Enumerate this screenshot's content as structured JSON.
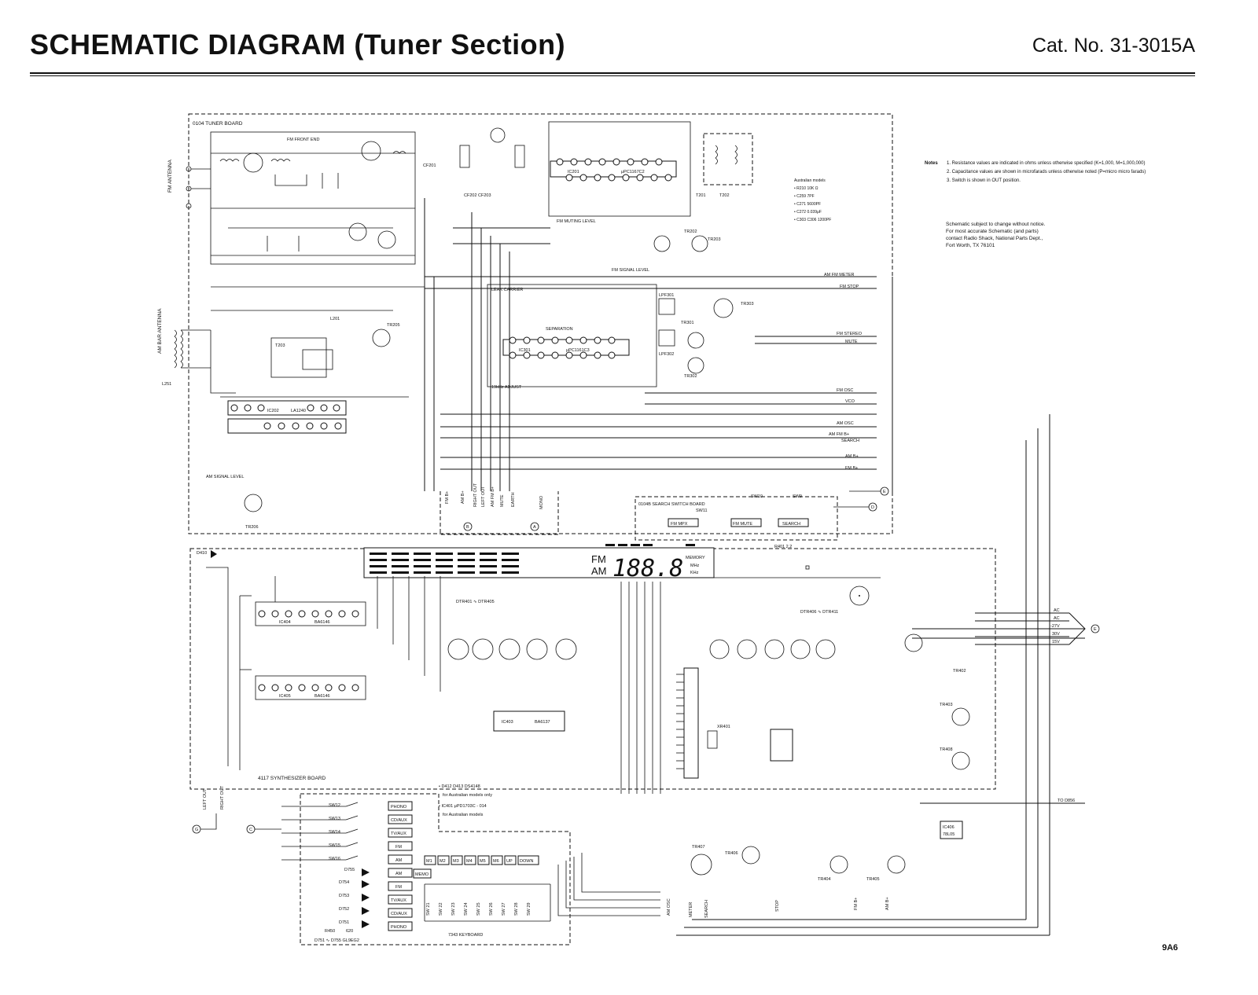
{
  "header": {
    "title": "SCHEMATIC DIAGRAM (Tuner Section)",
    "catalog": "Cat. No. 31-3015A"
  },
  "notes": {
    "heading": "Notes",
    "items": [
      "1. Resistance values are indicated in ohms unless otherwise specified (K=1,000, M=1,000,000)",
      "2. Capacitance values are shown in microfarads unless otherwise noted (P=micro micro farads)",
      "3. Switch is shown in OUT position."
    ]
  },
  "disclaimer": [
    "Schematic subject to change without notice.",
    "For most accurate Schematic (and parts)",
    "contact Radio Shack, National Parts Dept.,",
    "Fort Worth, TX 76101"
  ],
  "australian_models": {
    "heading": "Australian models",
    "items": [
      "• R210   10K Ω",
      "• C259   7PF",
      "• C271   5600PF",
      "• C272   0.039μF",
      "• C303  C306   1200PF"
    ]
  },
  "boards": {
    "tuner": "0104  TUNER BOARD",
    "synth": "4117  SYNTHESIZER BOARD",
    "search": "0104B SEARCH SWITCH BOARD",
    "keyboard": "7343  KEYBOARD"
  },
  "blocks": {
    "fm_front_end": "FM FRONT END",
    "fm_antenna": "FM ANTENNA",
    "am_bar_antenna": "AM BAR ANTENNA",
    "fm_muting_level": "FM MUTING LEVEL",
    "fm_signal_level": "FM SIGNAL LEVEL",
    "leak_carrier": "LEAK CARRIER",
    "separation": "SEPARATION",
    "adjust_19k": "19kHz ADJUST",
    "am_signal_level": "AM SIGNAL LEVEL",
    "ic201": "IC201",
    "upc1167": "μPC1167C2",
    "ic301": "IC301",
    "upc1161": "μPC1161C3",
    "ic202": "IC202",
    "la1240": "LA1240",
    "ic404": "IC404",
    "ic405": "IC405",
    "ic403": "IC403",
    "ba6146a": "BA6146",
    "ba6146b": "BA6146",
    "ba6137": "BA6137",
    "ic406": "IC406",
    "l78l05": "78L05",
    "lpf301": "LPF301",
    "lpf302": "LPF302",
    "t201": "T201",
    "t202": "T202",
    "dtr401_405": "DTR401 ∿ DTR405",
    "dtr406_411": "DTR406 ∿ DTR411"
  },
  "display": {
    "fm": "FM",
    "am": "AM",
    "digits": "188.8",
    "memory": "MEMORY",
    "mhz": "MHz",
    "khz": "KHz"
  },
  "signals": {
    "am_fm_meter": "AM  FM METER",
    "fm_stop": "FM STOP",
    "fm_stereo": "FM STEREO",
    "mute": "MUTE",
    "fm_osc": "FM OSC",
    "vco": "VCO",
    "am_osc": "AM OSC",
    "am_fm_b": "AM FM B+",
    "search": "SEARCH",
    "am_b": "AM B+",
    "fm_b": "FM B+",
    "to_d856": "TO D856"
  },
  "connectors": {
    "tuner_bottom": [
      "FM B+",
      "AM B+",
      "RIGHT OUT",
      "LEFT OUT",
      "AM FM B+",
      "MUTE",
      "EARTH",
      "MONO"
    ],
    "synth_bottom": [
      "AM OSC",
      "METER",
      "SEARCH",
      "STOP",
      "FM B+",
      "AM B+"
    ],
    "left_out": "LEFT OUT",
    "right_out": "RIGHT OUT",
    "power": [
      "AC",
      "AC",
      "-27V",
      "30V",
      "15V"
    ]
  },
  "search_switches": [
    "SW11",
    "SW10",
    "SW9"
  ],
  "search_buttons": [
    "FM MPX",
    "FM MUTE",
    "SEARCH"
  ],
  "keyboard": {
    "function_switches": [
      "SW12",
      "SW13",
      "SW14",
      "SW15",
      "SW16"
    ],
    "function_labels": [
      "PHONO",
      "CD/AUX",
      "TV/AUX",
      "FM",
      "AM"
    ],
    "leds": [
      "D755",
      "D754",
      "D753",
      "D752",
      "D751"
    ],
    "led_labels": [
      "AM",
      "FM",
      "TV/AUX",
      "CD/AUX",
      "PHONO"
    ],
    "memo": "MEMO",
    "preset_keys": [
      "M1",
      "M2",
      "M3",
      "M4",
      "M5",
      "M6",
      "UP",
      "DOWN"
    ],
    "preset_switches": [
      "SW 21",
      "SW 22",
      "SW 23",
      "SW 24",
      "SW 25",
      "SW 26",
      "SW 27",
      "SW 28",
      "SW 29"
    ],
    "led_part": "D751 ∿ D755   GL9EG2",
    "r450": "R450",
    "r450_val": "620"
  },
  "synth_notes": [
    "• D412  D413   DS4148",
    "for Australian models only",
    "• IC401   μPD1703C - 014",
    "for Australian models"
  ],
  "page_number": "9A6"
}
